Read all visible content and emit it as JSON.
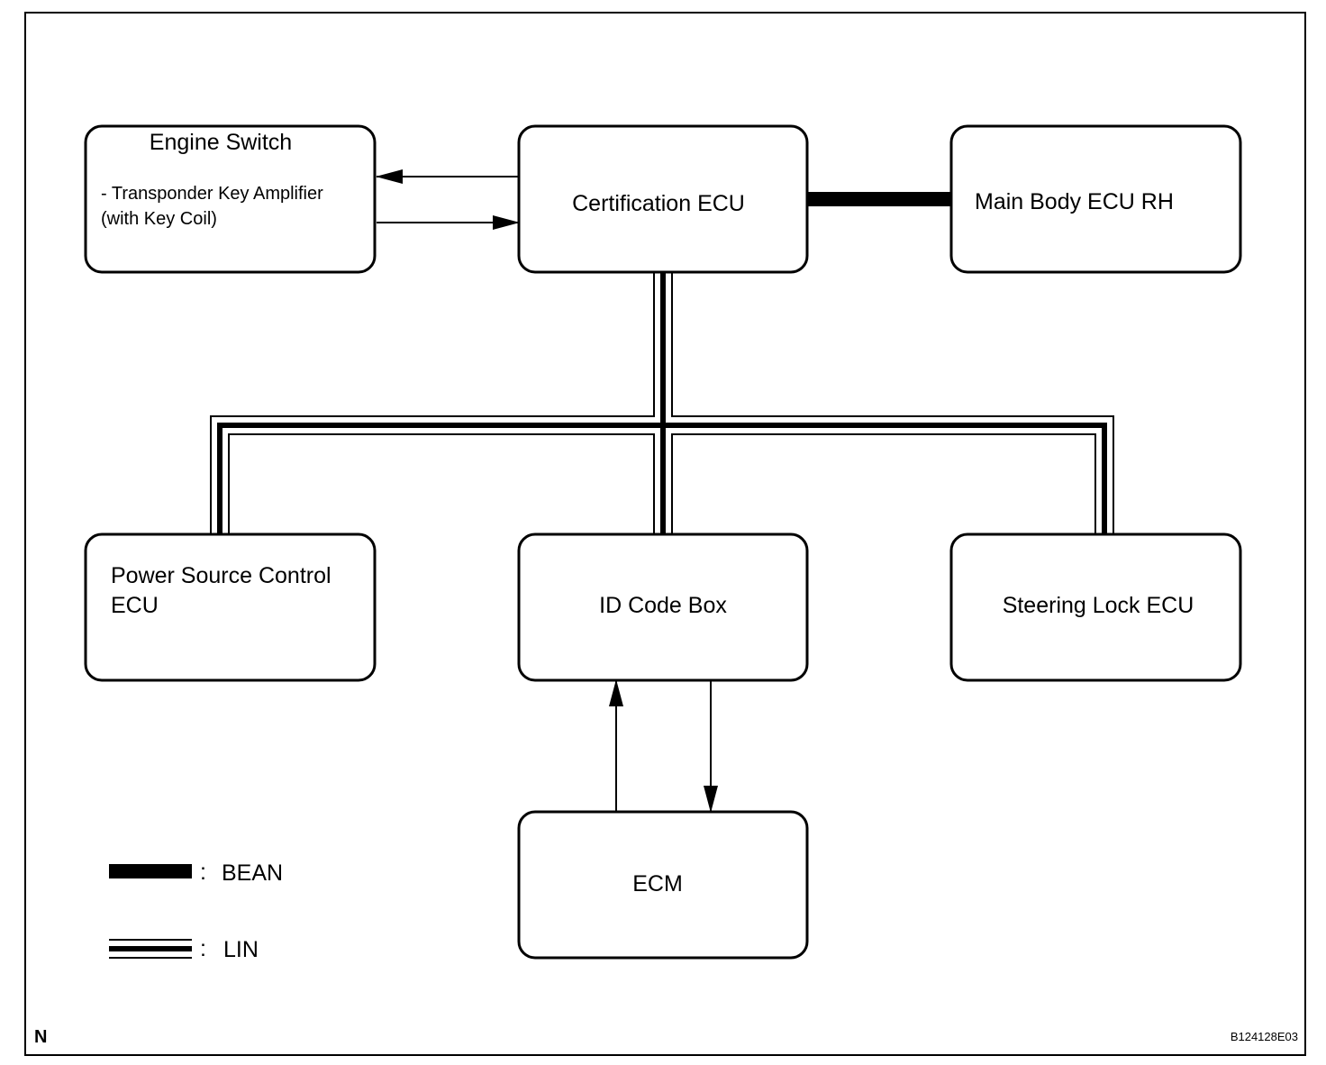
{
  "nodes": {
    "engine_switch": {
      "title": "Engine Switch",
      "sub1": "- Transponder Key Amplifier",
      "sub2": "(with Key Coil)"
    },
    "certification_ecu": {
      "label": "Certification ECU"
    },
    "main_body_ecu": {
      "label": "Main Body ECU RH"
    },
    "power_source_ecu": {
      "line1": "Power Source Control",
      "line2": "ECU"
    },
    "id_code_box": {
      "label": "ID Code Box"
    },
    "steering_lock_ecu": {
      "label": "Steering Lock ECU"
    },
    "ecm": {
      "label": "ECM"
    }
  },
  "legend": {
    "bean": {
      "sep": ":",
      "label": "BEAN"
    },
    "lin": {
      "sep": ":",
      "label": "LIN"
    }
  },
  "footer": {
    "corner_mark": "N",
    "figure_code": "B124128E03"
  }
}
